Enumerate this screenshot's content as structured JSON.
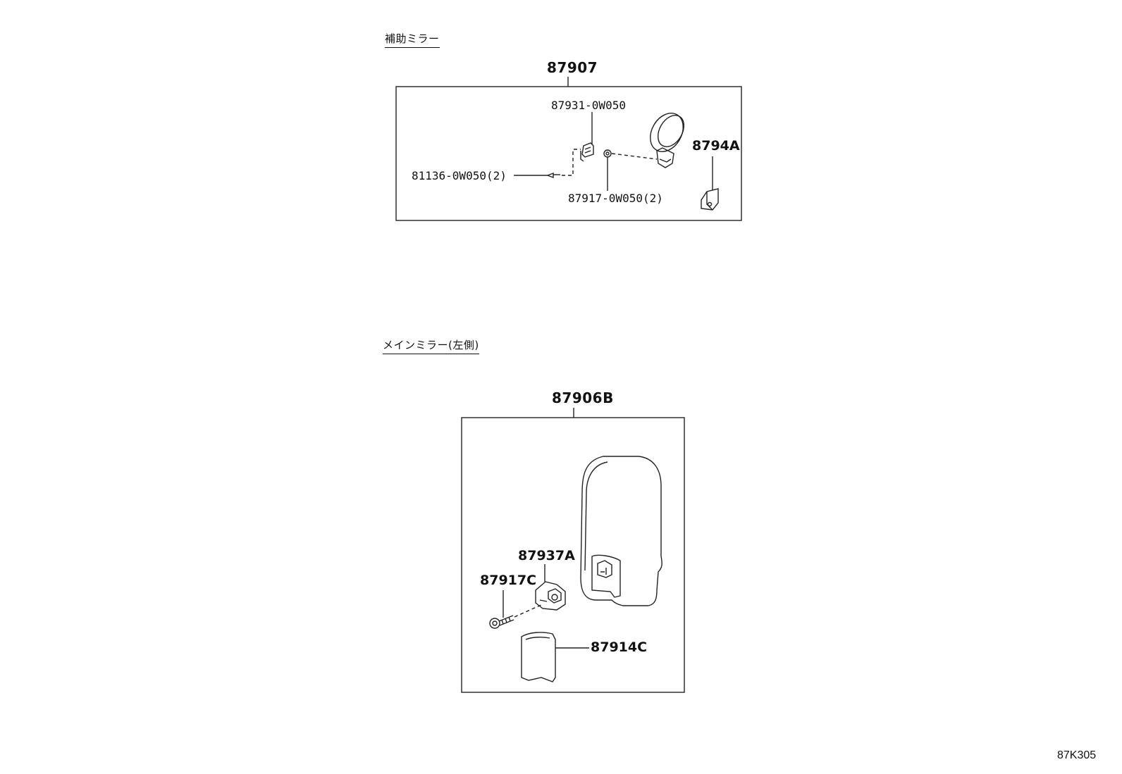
{
  "aux_mirror": {
    "section_title": "補助ミラー",
    "assembly_number": "87907",
    "parts": {
      "bracket": "87931-0W050",
      "screw": "81136-0W050(2)",
      "washer": "87917-0W050(2)",
      "stay": "8794A"
    }
  },
  "main_mirror": {
    "section_title": "メインミラー(左側)",
    "assembly_number": "87906B",
    "parts": {
      "holder": "87937A",
      "bolt": "87917C",
      "cover": "87914C"
    }
  },
  "diagram_ref": "87K305"
}
